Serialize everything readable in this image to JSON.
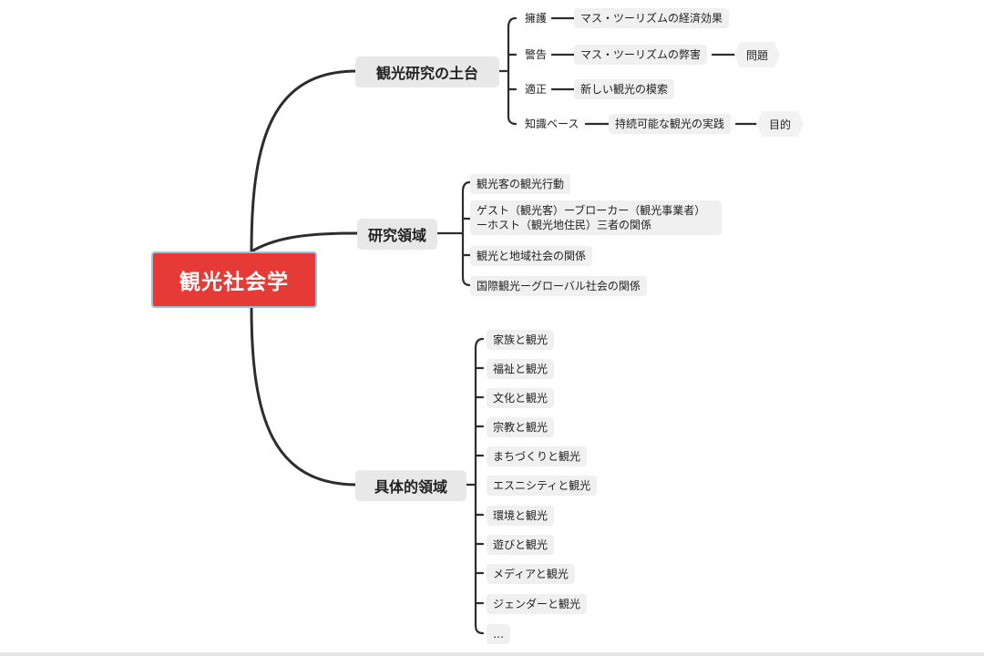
{
  "root": "観光社会学",
  "branches": {
    "foundation": {
      "label": "観光研究の土台",
      "items": [
        {
          "tag": "擁護",
          "text": "マス・ツーリズムの経済効果"
        },
        {
          "tag": "警告",
          "text": "マス・ツーリズムの弊害",
          "extra": "問題"
        },
        {
          "tag": "適正",
          "text": "新しい観光の模索"
        },
        {
          "tag": "知識ベース",
          "text": "持続可能な観光の実践",
          "extra": "目的"
        }
      ]
    },
    "research": {
      "label": "研究領域",
      "items": [
        "観光客の観光行動",
        "ゲスト（観光客）ーブローカー（観光事業者）ーホスト（観光地住民）三者の関係",
        "観光と地域社会の関係",
        "国際観光ーグローバル社会の関係"
      ]
    },
    "concrete": {
      "label": "具体的領域",
      "items": [
        "家族と観光",
        "福祉と観光",
        "文化と観光",
        "宗教と観光",
        "まちづくりと観光",
        "エスニシティと観光",
        "環境と観光",
        "遊びと観光",
        "メディアと観光",
        "ジェンダーと観光",
        "…"
      ]
    }
  },
  "colors": {
    "root_fill": "#e53a36",
    "root_border": "#8fc3e8",
    "node_fill": "#f0f0f0",
    "line": "#2d2d2d"
  }
}
